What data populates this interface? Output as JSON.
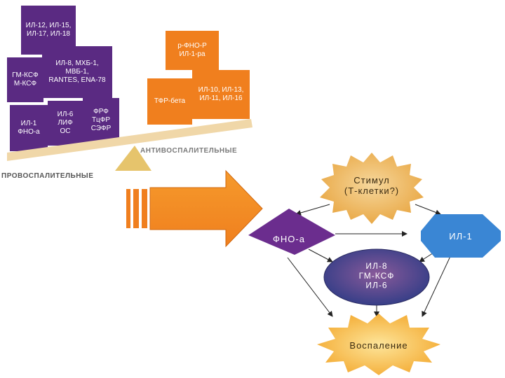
{
  "balance": {
    "pro_boxes": [
      "ИЛ-12, ИЛ-15,\nИЛ-17, ИЛ-18",
      "ГМ-КСФ\nМ-КСФ",
      "ИЛ-8, МХБ-1, МВБ-1,\nRANTES, ENA-78",
      "ИЛ-1\nФНО-а",
      "ИЛ-6\nЛИФ\nОС",
      "ФРФ\nТцФР\nСЭФР"
    ],
    "anti_boxes": [
      "р-ФНО-Р\nИЛ-1-ра",
      "ТФР-бета",
      "ИЛ-10, ИЛ-13,\nИЛ-11, ИЛ-16"
    ],
    "anti_label": "АНТИВОСПАЛИТЕЛЬНЫЕ",
    "pro_label": "ПРОВОСПАЛИТЕЛЬНЫЕ"
  },
  "flow": {
    "stimulus": "Стимул\n(Т-клетки?)",
    "tnf": "ФНО-а",
    "il1": "ИЛ-1",
    "center": "ИЛ-8\nГМ-КСФ\nИЛ-6",
    "inflammation": "Воспаление"
  },
  "colors": {
    "purple": "#5a2a82",
    "orange": "#f07f1e",
    "stimulus": "#e8b46a",
    "tnf": "#6b2d8e",
    "il1": "#3a86d4",
    "center": "#3b3f86",
    "inflammation": "#f7c233"
  }
}
